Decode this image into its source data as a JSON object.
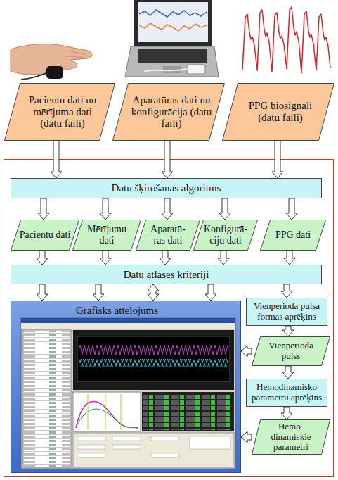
{
  "diagram": {
    "nodes": [
      {
        "text": [
          "Pacientu dati un mērījuma dati (datu faili)"
        ]
      },
      {
        "text": [
          "Aparatūras dati un konfigurācija (datu faili)"
        ]
      },
      {
        "text": [
          "PPG biosignāli (datu faili)"
        ]
      },
      {
        "text": [
          "Datu šķirošanas algoritms"
        ]
      },
      {
        "text": [
          "Pacientu dati"
        ]
      },
      {
        "text": [
          "Mērījumu dati"
        ]
      },
      {
        "text": [
          "Aparatū- ras dati"
        ]
      },
      {
        "text": [
          "Konfigurā- ciju dati"
        ]
      },
      {
        "text": [
          "PPG dati"
        ]
      },
      {
        "text": [
          "Datu atlases kritēriji"
        ]
      },
      {
        "text": [
          "Grafisks attēlojums"
        ]
      },
      {
        "text": [
          "Vienperioda pulsa formas aprēķins"
        ]
      },
      {
        "text": [
          "Vienperioda pulss"
        ]
      },
      {
        "text": [
          "Hemodinamisko parametru aprēķins"
        ]
      },
      {
        "text": [
          "Hemo- dinamiskie parametri"
        ]
      }
    ],
    "edges": [
      {
        "from": 0,
        "to": 3,
        "arrow": "to"
      },
      {
        "from": 1,
        "to": 3,
        "arrow": "to"
      },
      {
        "from": 2,
        "to": 3,
        "arrow": "to"
      },
      {
        "from": 3,
        "to": 4,
        "arrow": "to"
      },
      {
        "from": 3,
        "to": 5,
        "arrow": "to"
      },
      {
        "from": 3,
        "to": 6,
        "arrow": "to"
      },
      {
        "from": 3,
        "to": 7,
        "arrow": "to"
      },
      {
        "from": 3,
        "to": 8,
        "arrow": "to"
      },
      {
        "from": 4,
        "to": 9,
        "arrow": "to"
      },
      {
        "from": 5,
        "to": 9,
        "arrow": "to"
      },
      {
        "from": 6,
        "to": 9,
        "arrow": "to"
      },
      {
        "from": 7,
        "to": 9,
        "arrow": "to"
      },
      {
        "from": 8,
        "to": 9,
        "arrow": "to"
      },
      {
        "from": 9,
        "to": 10,
        "arrow": "to"
      },
      {
        "from": 9,
        "to": 10,
        "arrow": "to"
      },
      {
        "from": 9,
        "to": 10,
        "arrow": "both"
      },
      {
        "from": 9,
        "to": 10,
        "arrow": "to"
      },
      {
        "from": 9,
        "to": 11,
        "arrow": "to"
      },
      {
        "from": 11,
        "to": 12,
        "arrow": "to"
      },
      {
        "from": 12,
        "to": 10,
        "arrow": "to"
      },
      {
        "from": 12,
        "to": 13,
        "arrow": "to"
      },
      {
        "from": 13,
        "to": 14,
        "arrow": "to"
      },
      {
        "from": 14,
        "to": 10,
        "arrow": "to"
      }
    ]
  }
}
